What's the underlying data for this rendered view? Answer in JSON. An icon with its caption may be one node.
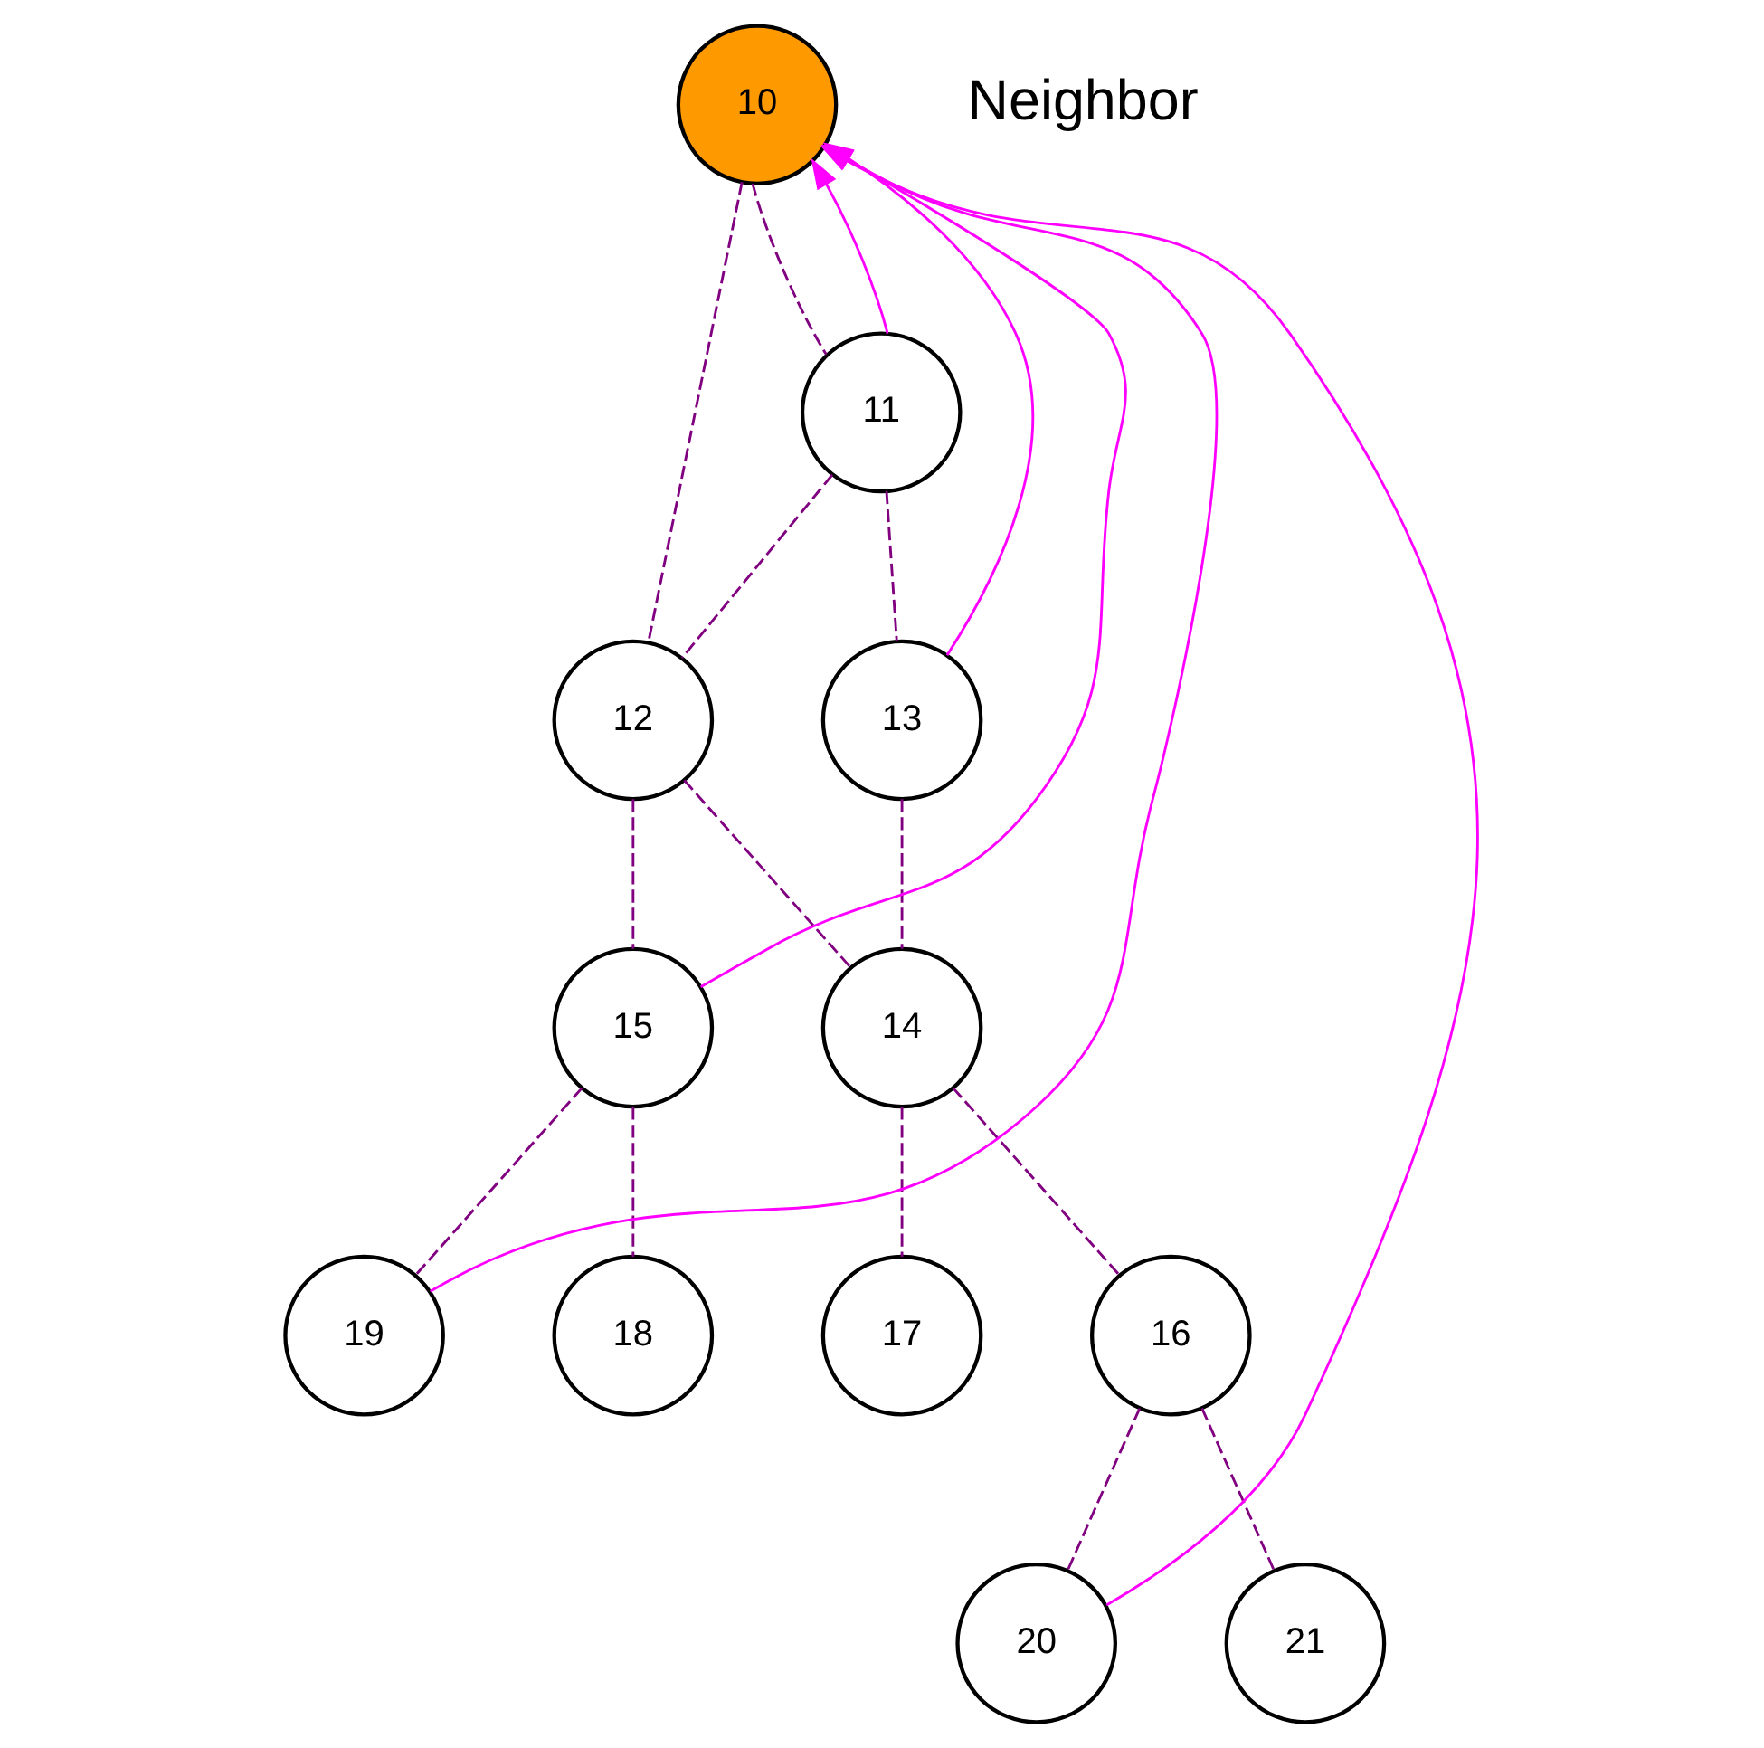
{
  "diagram": {
    "nodes": [
      {
        "text": [
          "10"
        ]
      },
      {
        "text": [
          "11"
        ]
      },
      {
        "text": [
          "12"
        ]
      },
      {
        "text": [
          "13"
        ]
      },
      {
        "text": [
          "14"
        ]
      },
      {
        "text": [
          "15"
        ]
      },
      {
        "text": [
          "16"
        ]
      },
      {
        "text": [
          "17"
        ]
      },
      {
        "text": [
          "18"
        ]
      },
      {
        "text": [
          "19"
        ]
      },
      {
        "text": [
          "20"
        ]
      },
      {
        "text": [
          "21"
        ]
      }
    ],
    "edges": [
      {
        "from": 0,
        "to": 1,
        "arrow": "none",
        "style": "dashed"
      },
      {
        "from": 0,
        "to": 2,
        "arrow": "none",
        "style": "dashed"
      },
      {
        "from": 1,
        "to": 2,
        "arrow": "none",
        "style": "dashed"
      },
      {
        "from": 1,
        "to": 3,
        "arrow": "none",
        "style": "dashed"
      },
      {
        "from": 2,
        "to": 4,
        "arrow": "none",
        "style": "dashed"
      },
      {
        "from": 2,
        "to": 5,
        "arrow": "none",
        "style": "dashed"
      },
      {
        "from": 3,
        "to": 4,
        "arrow": "none",
        "style": "dashed"
      },
      {
        "from": 4,
        "to": 6,
        "arrow": "none",
        "style": "dashed"
      },
      {
        "from": 4,
        "to": 7,
        "arrow": "none",
        "style": "dashed"
      },
      {
        "from": 5,
        "to": 8,
        "arrow": "none",
        "style": "dashed"
      },
      {
        "from": 5,
        "to": 9,
        "arrow": "none",
        "style": "dashed"
      },
      {
        "from": 6,
        "to": 10,
        "arrow": "none",
        "style": "dashed"
      },
      {
        "from": 6,
        "to": 11,
        "arrow": "none",
        "style": "dashed"
      },
      {
        "from": 3,
        "to": 0,
        "arrow": "to",
        "color": "#ff00ff"
      },
      {
        "from": 1,
        "to": 0,
        "arrow": "to",
        "color": "#ff00ff"
      },
      {
        "from": 10,
        "to": 0,
        "arrow": "to",
        "color": "#ff00ff"
      },
      {
        "from": 5,
        "to": 0,
        "arrow": "to",
        "color": "#ff00ff"
      },
      {
        "from": 9,
        "to": 0,
        "arrow": "to",
        "color": "#ff00ff"
      }
    ],
    "legend": [
      {
        "text": "Neighbor"
      }
    ]
  }
}
